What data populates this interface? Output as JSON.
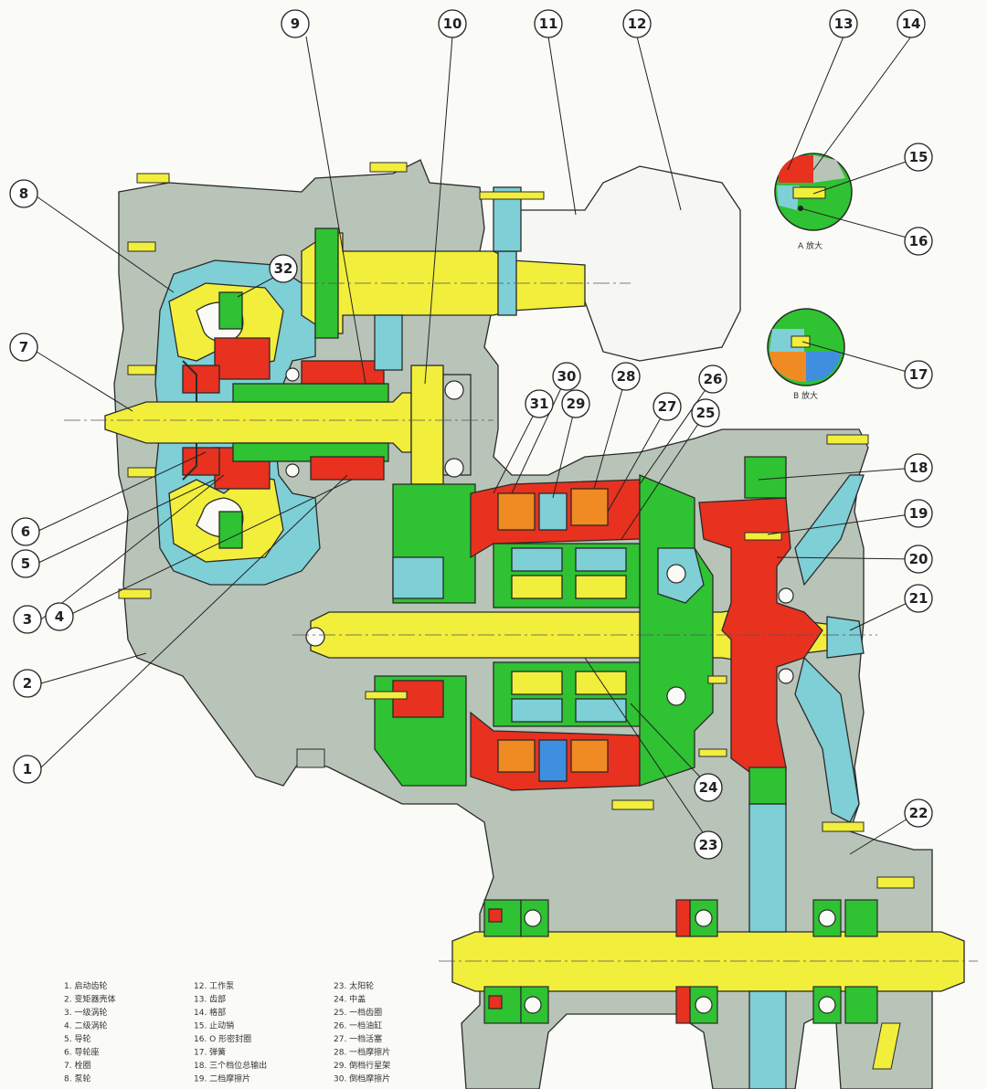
{
  "colors": {
    "housing": "#b9c4b9",
    "yellow": "#f2ee3c",
    "green": "#2fc232",
    "cyan": "#7ecfd6",
    "red": "#e8311f",
    "blue": "#3e8fe0",
    "orange": "#f08a22",
    "outline": "#2a2a2a"
  },
  "callouts": [
    "1",
    "2",
    "3",
    "4",
    "5",
    "6",
    "7",
    "8",
    "9",
    "10",
    "11",
    "12",
    "13",
    "14",
    "15",
    "16",
    "17",
    "18",
    "19",
    "20",
    "21",
    "22",
    "23",
    "24",
    "25",
    "26",
    "27",
    "28",
    "29",
    "30",
    "31",
    "32"
  ],
  "insets": {
    "a_caption": "A 放大",
    "b_caption": "B 放大"
  },
  "legend": {
    "col1": [
      "1. 启动齿轮",
      "2. 变矩器壳体",
      "3. 一级涡轮",
      "4. 二级涡轮",
      "5. 导轮",
      "6. 导轮座",
      "7. 栓圈",
      "8. 泵轮"
    ],
    "col2": [
      "12. 工作泵",
      "13. 齿部",
      "14. 格部",
      "15. 止动销",
      "16. O 形密封圈",
      "17. 弹簧",
      "18. 三个档位总输出",
      "19. 二档摩擦片"
    ],
    "col3": [
      "23. 太阳轮",
      "24. 中盖",
      "25. 一档齿圈",
      "26. 一档油缸",
      "27. 一档活塞",
      "28. 一档摩擦片",
      "29. 倒档行星架",
      "30. 倒档摩擦片"
    ]
  }
}
